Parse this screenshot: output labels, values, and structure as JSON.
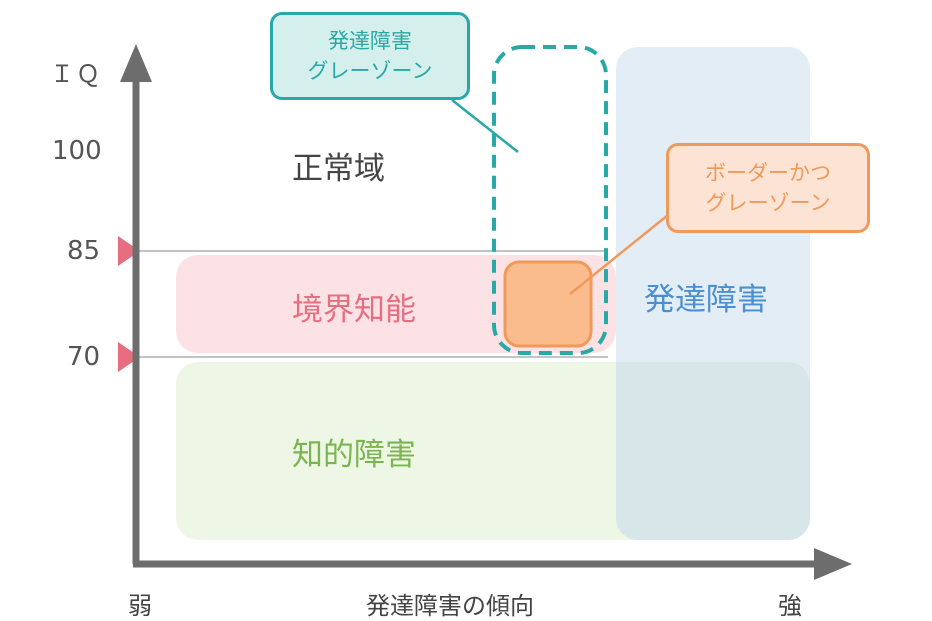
{
  "axes": {
    "y_label": "ＩＱ",
    "y_ticks": [
      "100",
      "85",
      "70"
    ],
    "x_label": "発達障害の傾向",
    "x_low": "弱",
    "x_high": "強"
  },
  "regions": {
    "normal": "正常域",
    "borderline": "境界知能",
    "intellectual": "知的障害",
    "developmental": "発達障害"
  },
  "callouts": {
    "gray_zone": {
      "line1": "発達障害",
      "line2": "グレーゾーン"
    },
    "border_gray_zone": {
      "line1": "ボーダーかつ",
      "line2": "グレーゾーン"
    }
  },
  "colors": {
    "axis": "#6d6d6d",
    "marker": "#e76e80",
    "borderline_fill": "#fde2e5",
    "borderline_text": "#e76e80",
    "intellectual_fill": "#eef7e5",
    "intellectual_text": "#7bb550",
    "developmental_fill": "#e3edf6",
    "developmental_text": "#4a8fcf",
    "overlap_fill": "#d7e6e8",
    "teal": "#2aa8a6",
    "teal_fill": "#d4efec",
    "orange": "#ef9a5b",
    "orange_fill": "#fde3d4",
    "orange_box": "#fbbc8d"
  }
}
